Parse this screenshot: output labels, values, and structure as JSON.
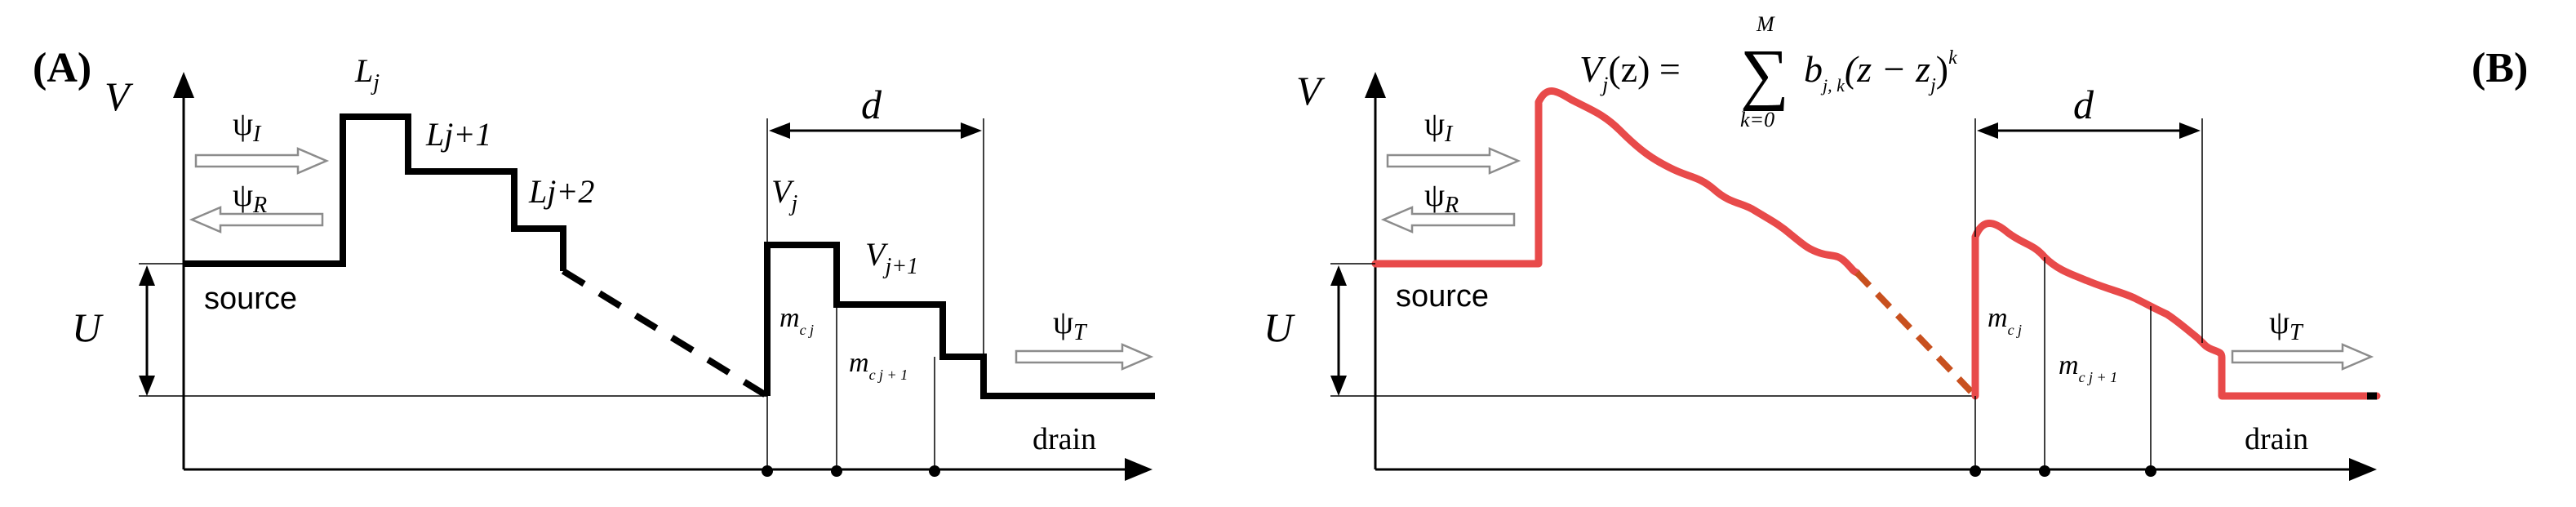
{
  "colors": {
    "panel_a_profile": "#000000",
    "panel_b_profile": "#e84a4a",
    "panel_b_dashed": "#c8501e",
    "axis": "#000000",
    "wave_arrow_outline": "#8c8c8c",
    "dimension_line": "#000000"
  },
  "panel_a": {
    "label": "(A)",
    "y_axis_label": "V",
    "x_axis_label": "drain",
    "source_label": "source",
    "bias_label": "U",
    "width_label": "d",
    "psi_incident": {
      "base": "ψ",
      "sub": "I"
    },
    "psi_reflected": {
      "base": "ψ",
      "sub": "R"
    },
    "psi_transmitted": {
      "base": "ψ",
      "sub": "T"
    },
    "L_j": {
      "base": "L",
      "sub": "j"
    },
    "L_j1": {
      "base": "L",
      "sub": "j+1"
    },
    "L_j2": {
      "base": "L",
      "sub": "j+2"
    },
    "V_j": {
      "base": "V",
      "sub": "j"
    },
    "V_j1": {
      "base": "V",
      "sub": "j+1"
    },
    "m_cj": {
      "base": "m",
      "sub": "c j"
    },
    "m_cj1": {
      "base": "m",
      "sub": "c j + 1"
    }
  },
  "panel_b": {
    "label": "(B)",
    "y_axis_label": "V",
    "x_axis_label": "drain",
    "source_label": "source",
    "bias_label": "U",
    "width_label": "d",
    "psi_incident": {
      "base": "ψ",
      "sub": "I"
    },
    "psi_reflected": {
      "base": "ψ",
      "sub": "R"
    },
    "psi_transmitted": {
      "base": "ψ",
      "sub": "T"
    },
    "m_cj": {
      "base": "m",
      "sub": "c j"
    },
    "m_cj1": {
      "base": "m",
      "sub": "c j + 1"
    },
    "formula": {
      "lhs": "V",
      "lhs_sub": "j",
      "arg": "(z) =",
      "sum_symbol": "∑",
      "sum_upper": "M",
      "sum_lower": "k=0",
      "coef": "b",
      "coef_sub": "j, k",
      "term": "(z − z",
      "term_sub": "j",
      "term_close": ")",
      "power": "k"
    }
  }
}
